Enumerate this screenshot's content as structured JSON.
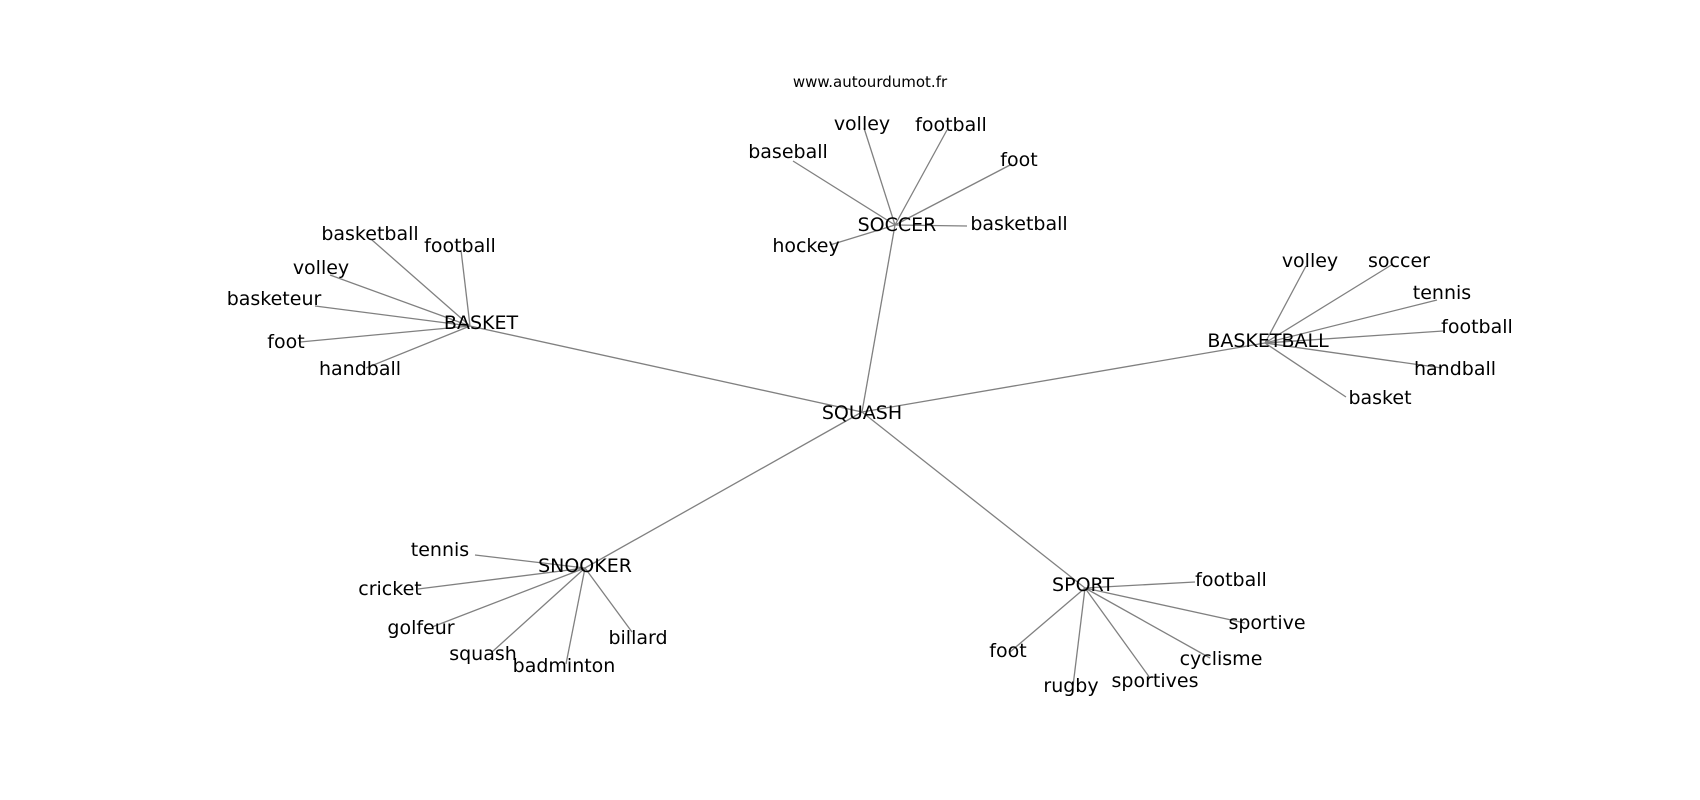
{
  "watermark": "www.autourdumot.fr",
  "root": "SQUASH",
  "groups": [
    {
      "label": "SOCCER",
      "leaves": [
        "baseball",
        "volley",
        "football",
        "foot",
        "basketball",
        "hockey"
      ]
    },
    {
      "label": "BASKET",
      "leaves": [
        "basketball",
        "football",
        "volley",
        "basketeur",
        "foot",
        "handball"
      ]
    },
    {
      "label": "BASKETBALL",
      "leaves": [
        "volley",
        "soccer",
        "tennis",
        "football",
        "handball",
        "basket"
      ]
    },
    {
      "label": "SNOOKER",
      "leaves": [
        "tennis",
        "cricket",
        "golfeur",
        "squash",
        "badminton",
        "billard"
      ]
    },
    {
      "label": "SPORT",
      "leaves": [
        "football",
        "sportive",
        "cyclisme",
        "sportives",
        "rugby",
        "foot"
      ]
    }
  ]
}
